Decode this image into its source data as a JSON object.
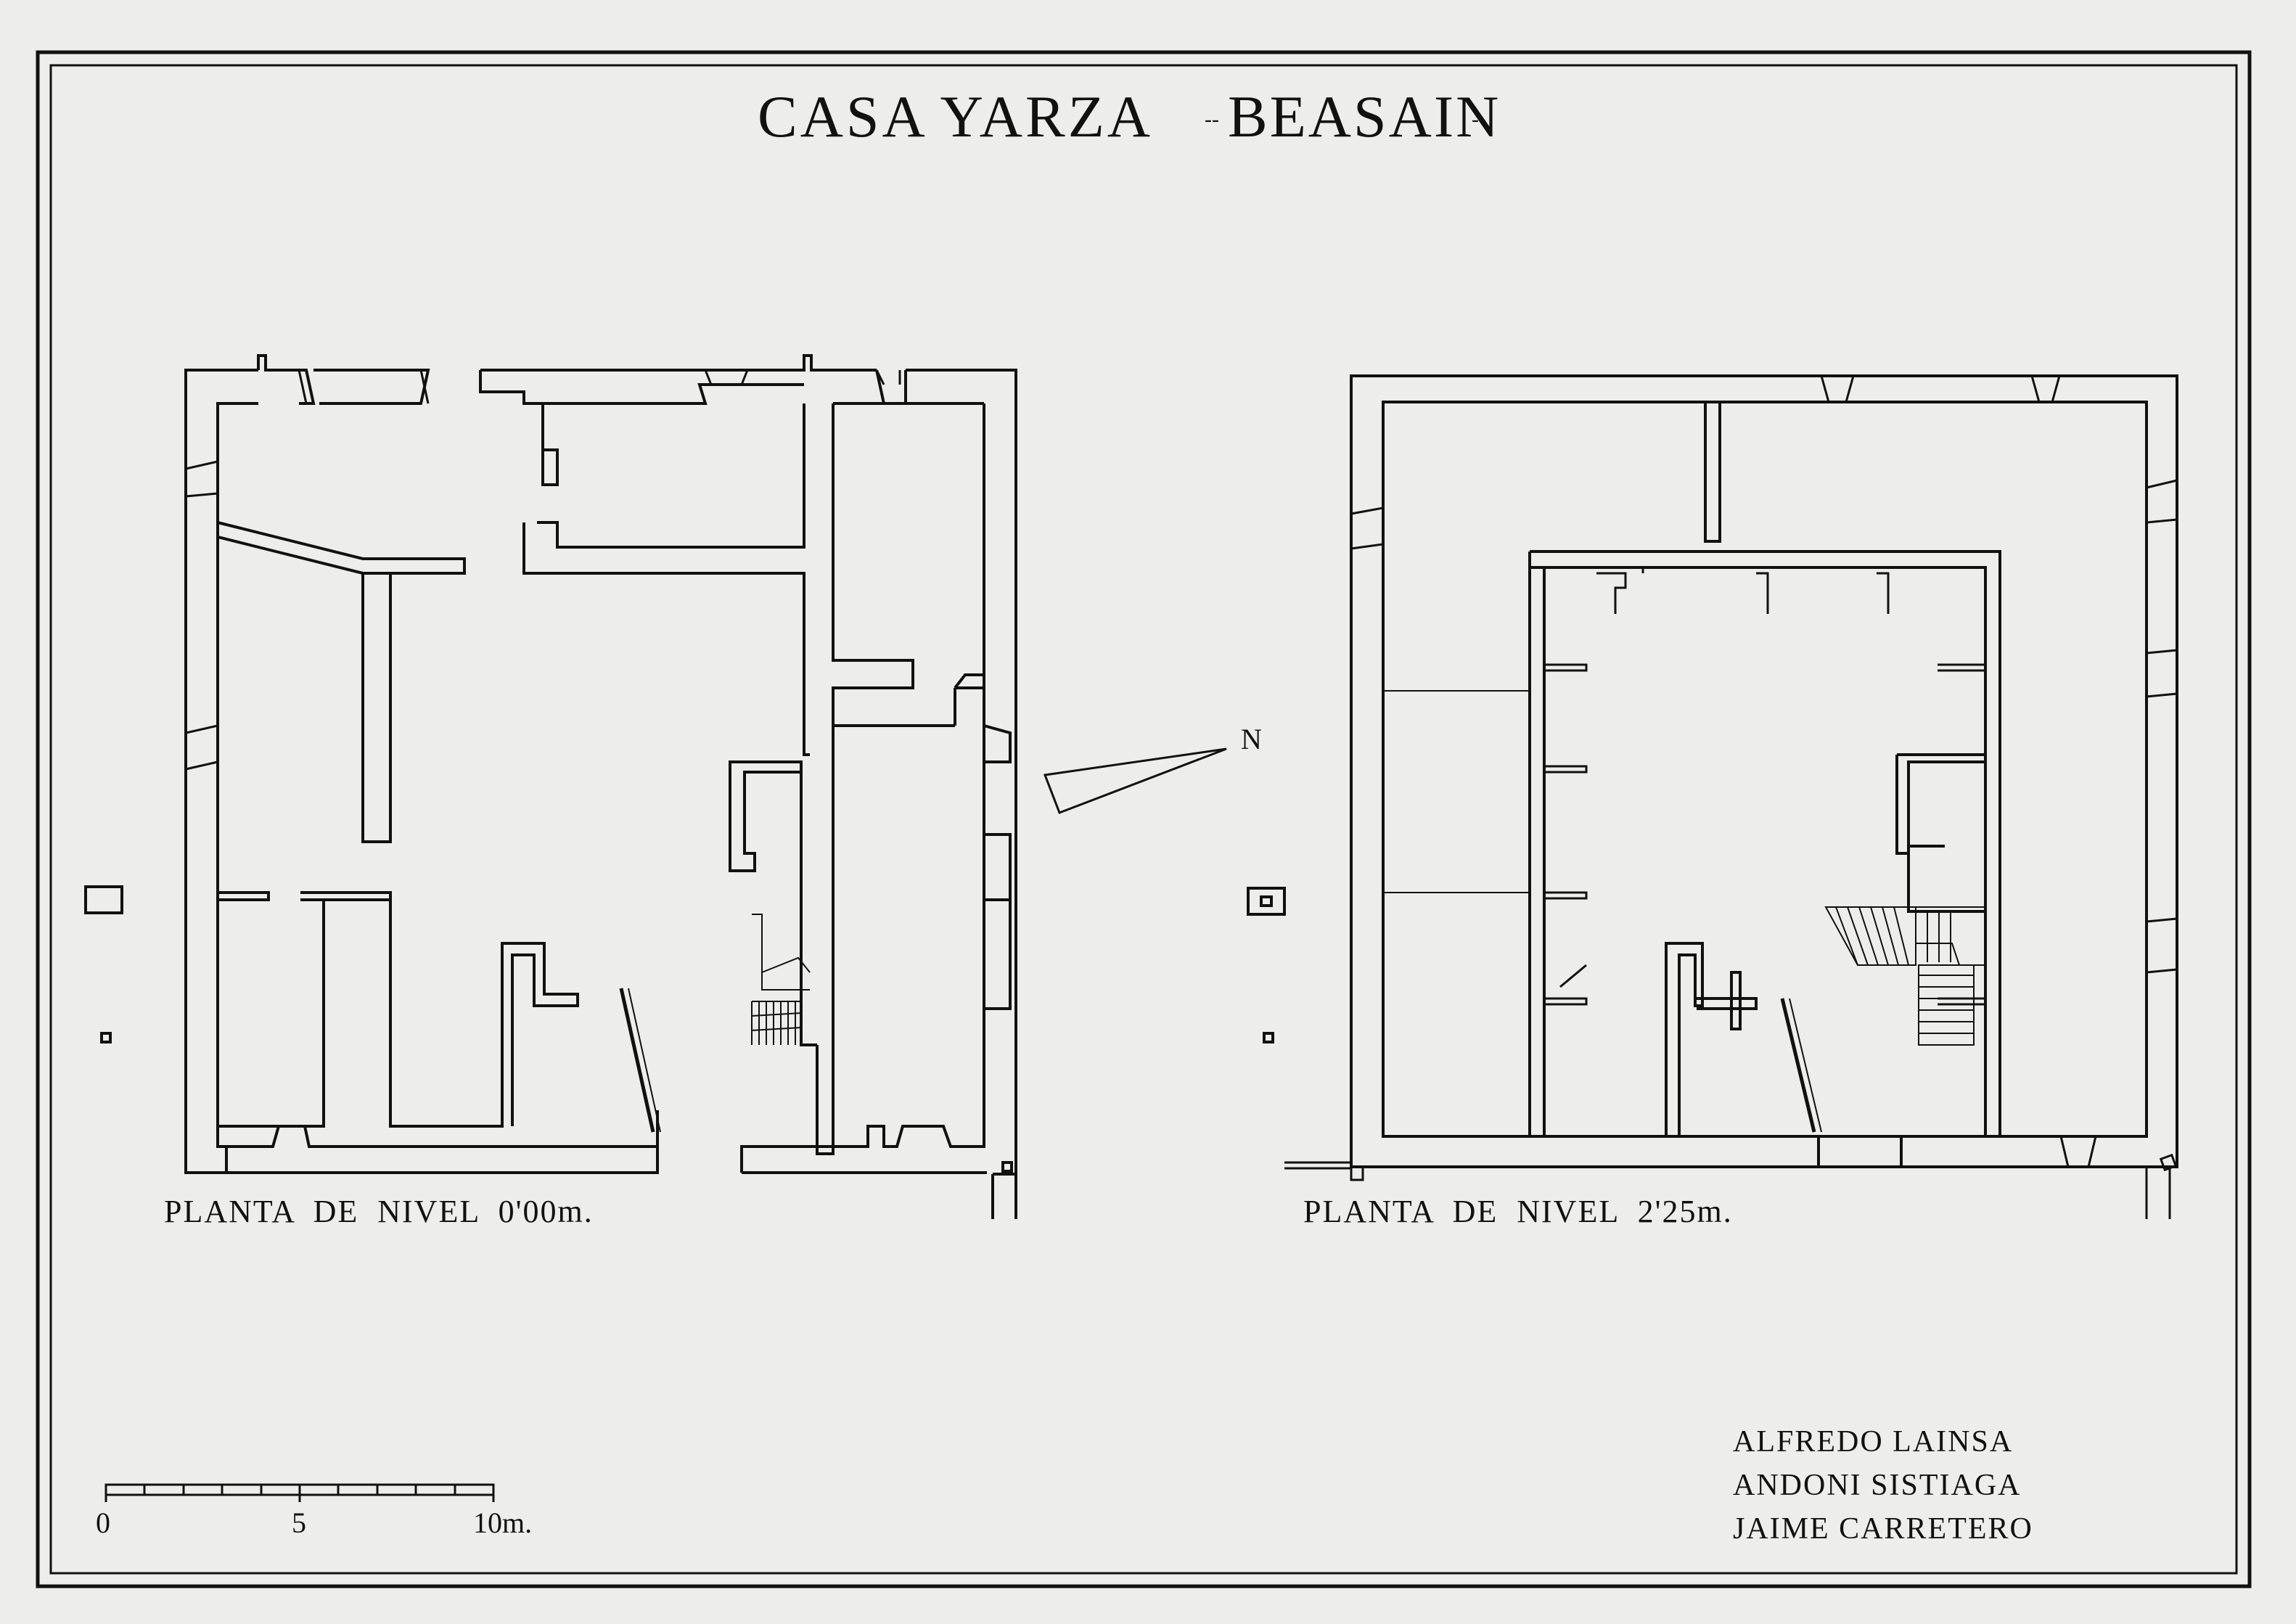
{
  "title": {
    "prefix": "CASA YARZA",
    "name": "BEASAIN",
    "dash_left": "--",
    "dash_right": "--"
  },
  "plans": [
    {
      "label": "PLANTA  DE  NIVEL  0'00m."
    },
    {
      "label": "PLANTA  DE  NIVEL  2'25m."
    }
  ],
  "north_label": "N",
  "scale_bar": {
    "ticks": [
      "0",
      "5",
      "10m."
    ]
  },
  "authors": [
    "ALFREDO LAINSA",
    "ANDONI SISTIAGA",
    "JAIME CARRETERO"
  ],
  "colors": {
    "paper": "#ededeb",
    "ink": "#111111"
  }
}
